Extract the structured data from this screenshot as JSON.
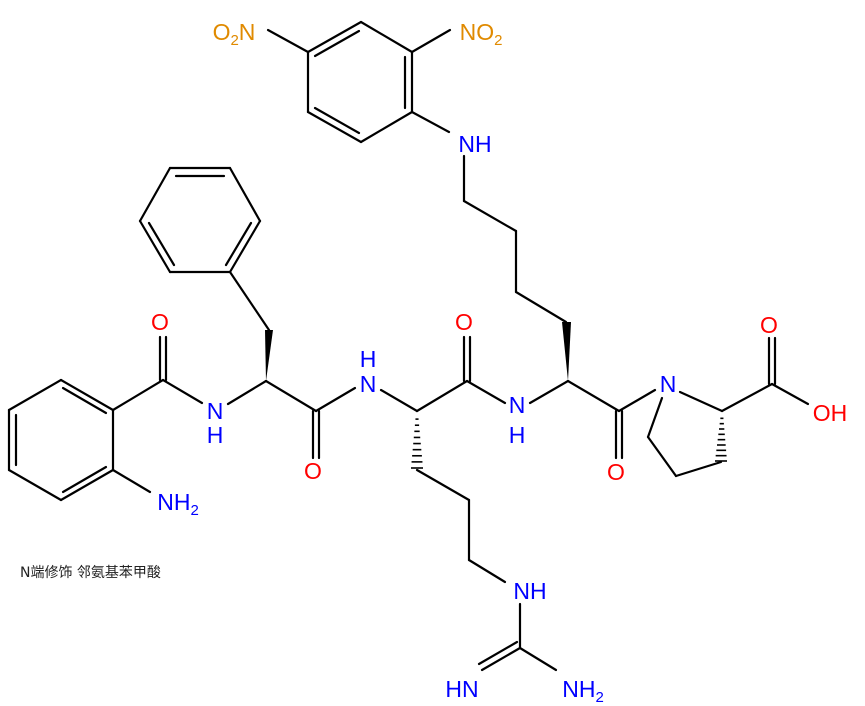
{
  "molecule": {
    "atoms": {
      "o2n_left": {
        "a": "O",
        "sub": "2",
        "b": "N"
      },
      "no2_right": {
        "a": "NO",
        "sub": "2"
      },
      "nh_dnp": "NH",
      "o_anth": "O",
      "n_phe": "N",
      "h_phe": "H",
      "nh2_anth": {
        "a": "NH",
        "sub": "2"
      },
      "o_phe": "O",
      "h_arg": "H",
      "n_arg": "N",
      "o_arg": "O",
      "n_lys": "N",
      "h_lys": "H",
      "o_lys": "O",
      "n_pro": "N",
      "o_cooh": "O",
      "oh_cooh": "OH",
      "nh_guan": "NH",
      "hn_guan": "HN",
      "nh2_guan": {
        "a": "NH",
        "sub": "2"
      }
    },
    "colors": {
      "nitrogen": "#0000FF",
      "oxygen": "#FF0000",
      "nitro": "#E08A00",
      "bond": "#000000"
    }
  },
  "caption": "N端修饰 邻氨基苯甲酸"
}
